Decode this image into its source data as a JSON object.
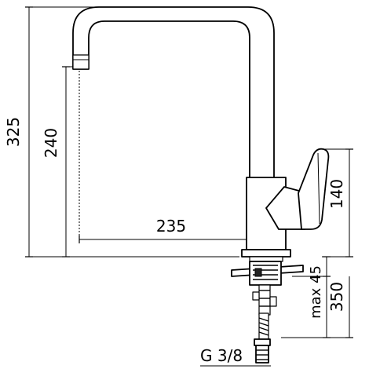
{
  "dimensions": {
    "total_height": "325",
    "spout_height": "240",
    "spout_reach": "235",
    "lever_height": "140",
    "max_deck_thickness": "max 45",
    "hose_length": "350",
    "connection": "G 3/8"
  }
}
